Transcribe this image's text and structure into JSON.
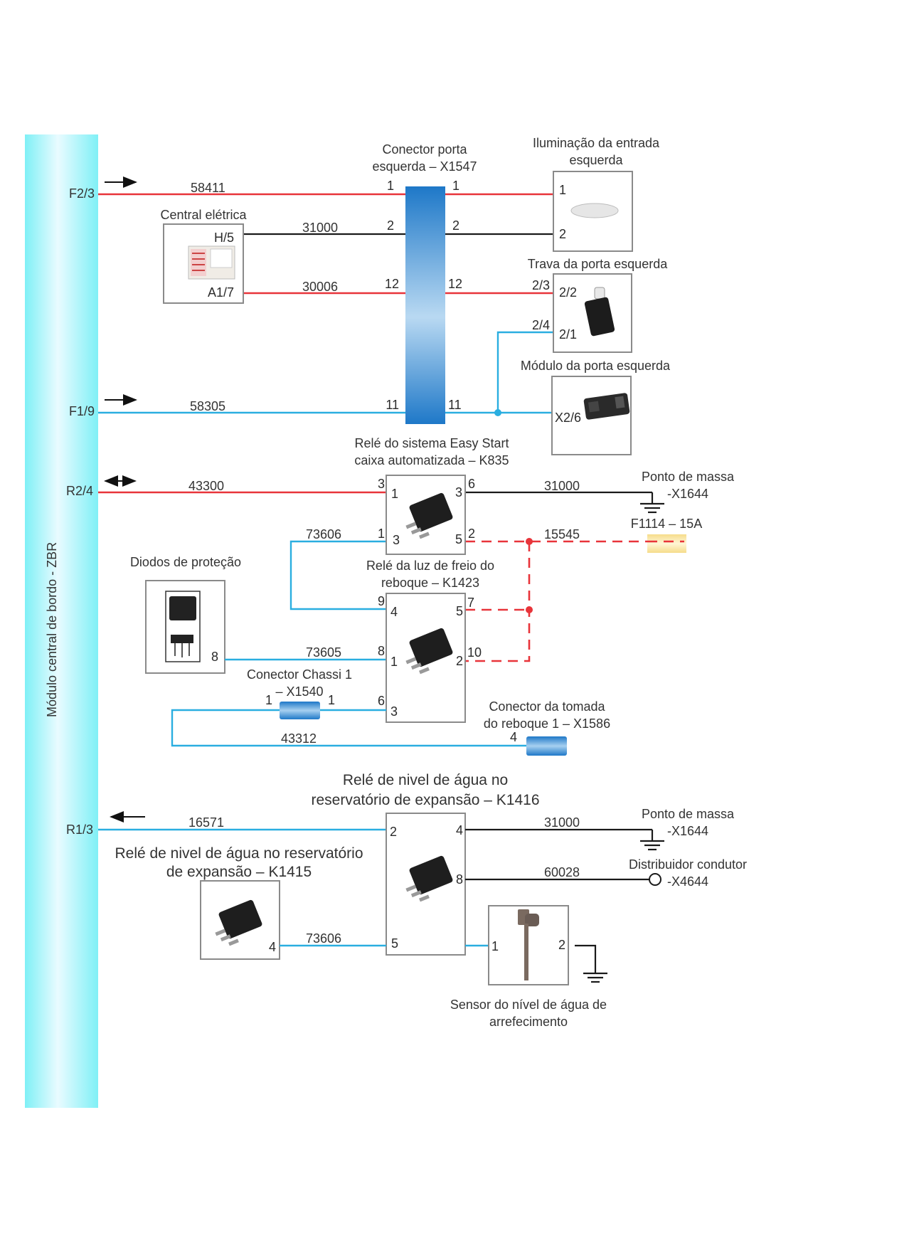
{
  "module": {
    "title": "Módulo central de bordo - ZBR",
    "color_light": "#e9fbff",
    "color_dark": "#7ff0f6",
    "pins": [
      "F2/3",
      "F1/9",
      "R2/4",
      "R1/3"
    ]
  },
  "colors": {
    "red_wire": "#e8343a",
    "black_wire": "#1a1a1a",
    "blue_wire": "#2aaee0",
    "connector_blue": "#1e78c8",
    "fuse_yellow": "#f6dc8a"
  },
  "signal_arrows": {
    "F2/3": "right",
    "F1/9": "right",
    "R2/4": "both",
    "R1/3": "left"
  },
  "components": {
    "door_connector": {
      "title_line1": "Conector porta",
      "title_line2": "esquerda – X1547",
      "pins_left": [
        "1",
        "2",
        "12",
        "11"
      ],
      "pins_right": [
        "1",
        "2",
        "12",
        "11"
      ]
    },
    "central_eletrica": {
      "title": "Central elétrica",
      "pins": [
        "H/5",
        "A1/7"
      ]
    },
    "iluminacao": {
      "title_line1": "Iluminação da entrada",
      "title_line2": "esquerda",
      "pins": [
        "1",
        "2"
      ]
    },
    "trava": {
      "title": "Trava da porta esquerda",
      "outer_pins": [
        "2/3",
        "2/4"
      ],
      "inner_pins": [
        "2/2",
        "2/1"
      ]
    },
    "modulo_porta": {
      "title": "Módulo da porta esquerda",
      "pin": "X2/6"
    },
    "k835": {
      "title_line1": "Relé do sistema Easy Start",
      "title_line2": "caixa automatizada – K835",
      "outer_left": [
        "3",
        "1"
      ],
      "inner_left": [
        "1",
        "3"
      ],
      "inner_right": [
        "3",
        "5"
      ],
      "outer_right": [
        "6",
        "2"
      ]
    },
    "ground_1": {
      "title_line1": "Ponto de massa",
      "title_line2": "-X1644"
    },
    "fuse": {
      "title": "F1114 – 15A"
    },
    "diodos": {
      "title": "Diodos de proteção",
      "pin": "8"
    },
    "k1423": {
      "title_line1": "Relé da luz de freio do",
      "title_line2": "reboque – K1423",
      "outer_left": [
        "9",
        "8",
        "6"
      ],
      "inner_left": [
        "4",
        "1",
        "3"
      ],
      "inner_right": [
        "5",
        "2"
      ],
      "outer_right": [
        "7",
        "10"
      ]
    },
    "x1540": {
      "title_line1": "Conector Chassi 1",
      "title_line2": "– X1540",
      "pins": [
        "1",
        "1"
      ]
    },
    "x1586": {
      "title_line1": "Conector da tomada",
      "title_line2": "do reboque 1 – X1586",
      "pin": "4"
    },
    "k1416": {
      "title_line1": "Relé de nivel de água no",
      "title_line2": "reservatório de expansão – K1416",
      "inner_left": [
        "2",
        "5"
      ],
      "inner_right": [
        "4",
        "8"
      ]
    },
    "k1415": {
      "title_line1": "Relé de nivel de água no reservatório",
      "title_line2": "de expansão – K1415",
      "pin": "4"
    },
    "ground_2": {
      "title_line1": "Ponto de massa",
      "title_line2": "-X1644"
    },
    "distribuidor": {
      "title_line1": "Distribuidor condutor",
      "title_line2": "-X4644"
    },
    "sensor": {
      "title_line1": "Sensor do nível de água de",
      "title_line2": "arrefecimento",
      "pins": [
        "1",
        "2"
      ]
    }
  },
  "wires": {
    "w58411": "58411",
    "w31000_a": "31000",
    "w30006": "30006",
    "w58305": "58305",
    "w43300": "43300",
    "w73606_a": "73606",
    "w31000_b": "31000",
    "w15545": "15545",
    "w73605": "73605",
    "w43312": "43312",
    "w16571": "16571",
    "w31000_c": "31000",
    "w60028": "60028",
    "w73606_b": "73606"
  }
}
